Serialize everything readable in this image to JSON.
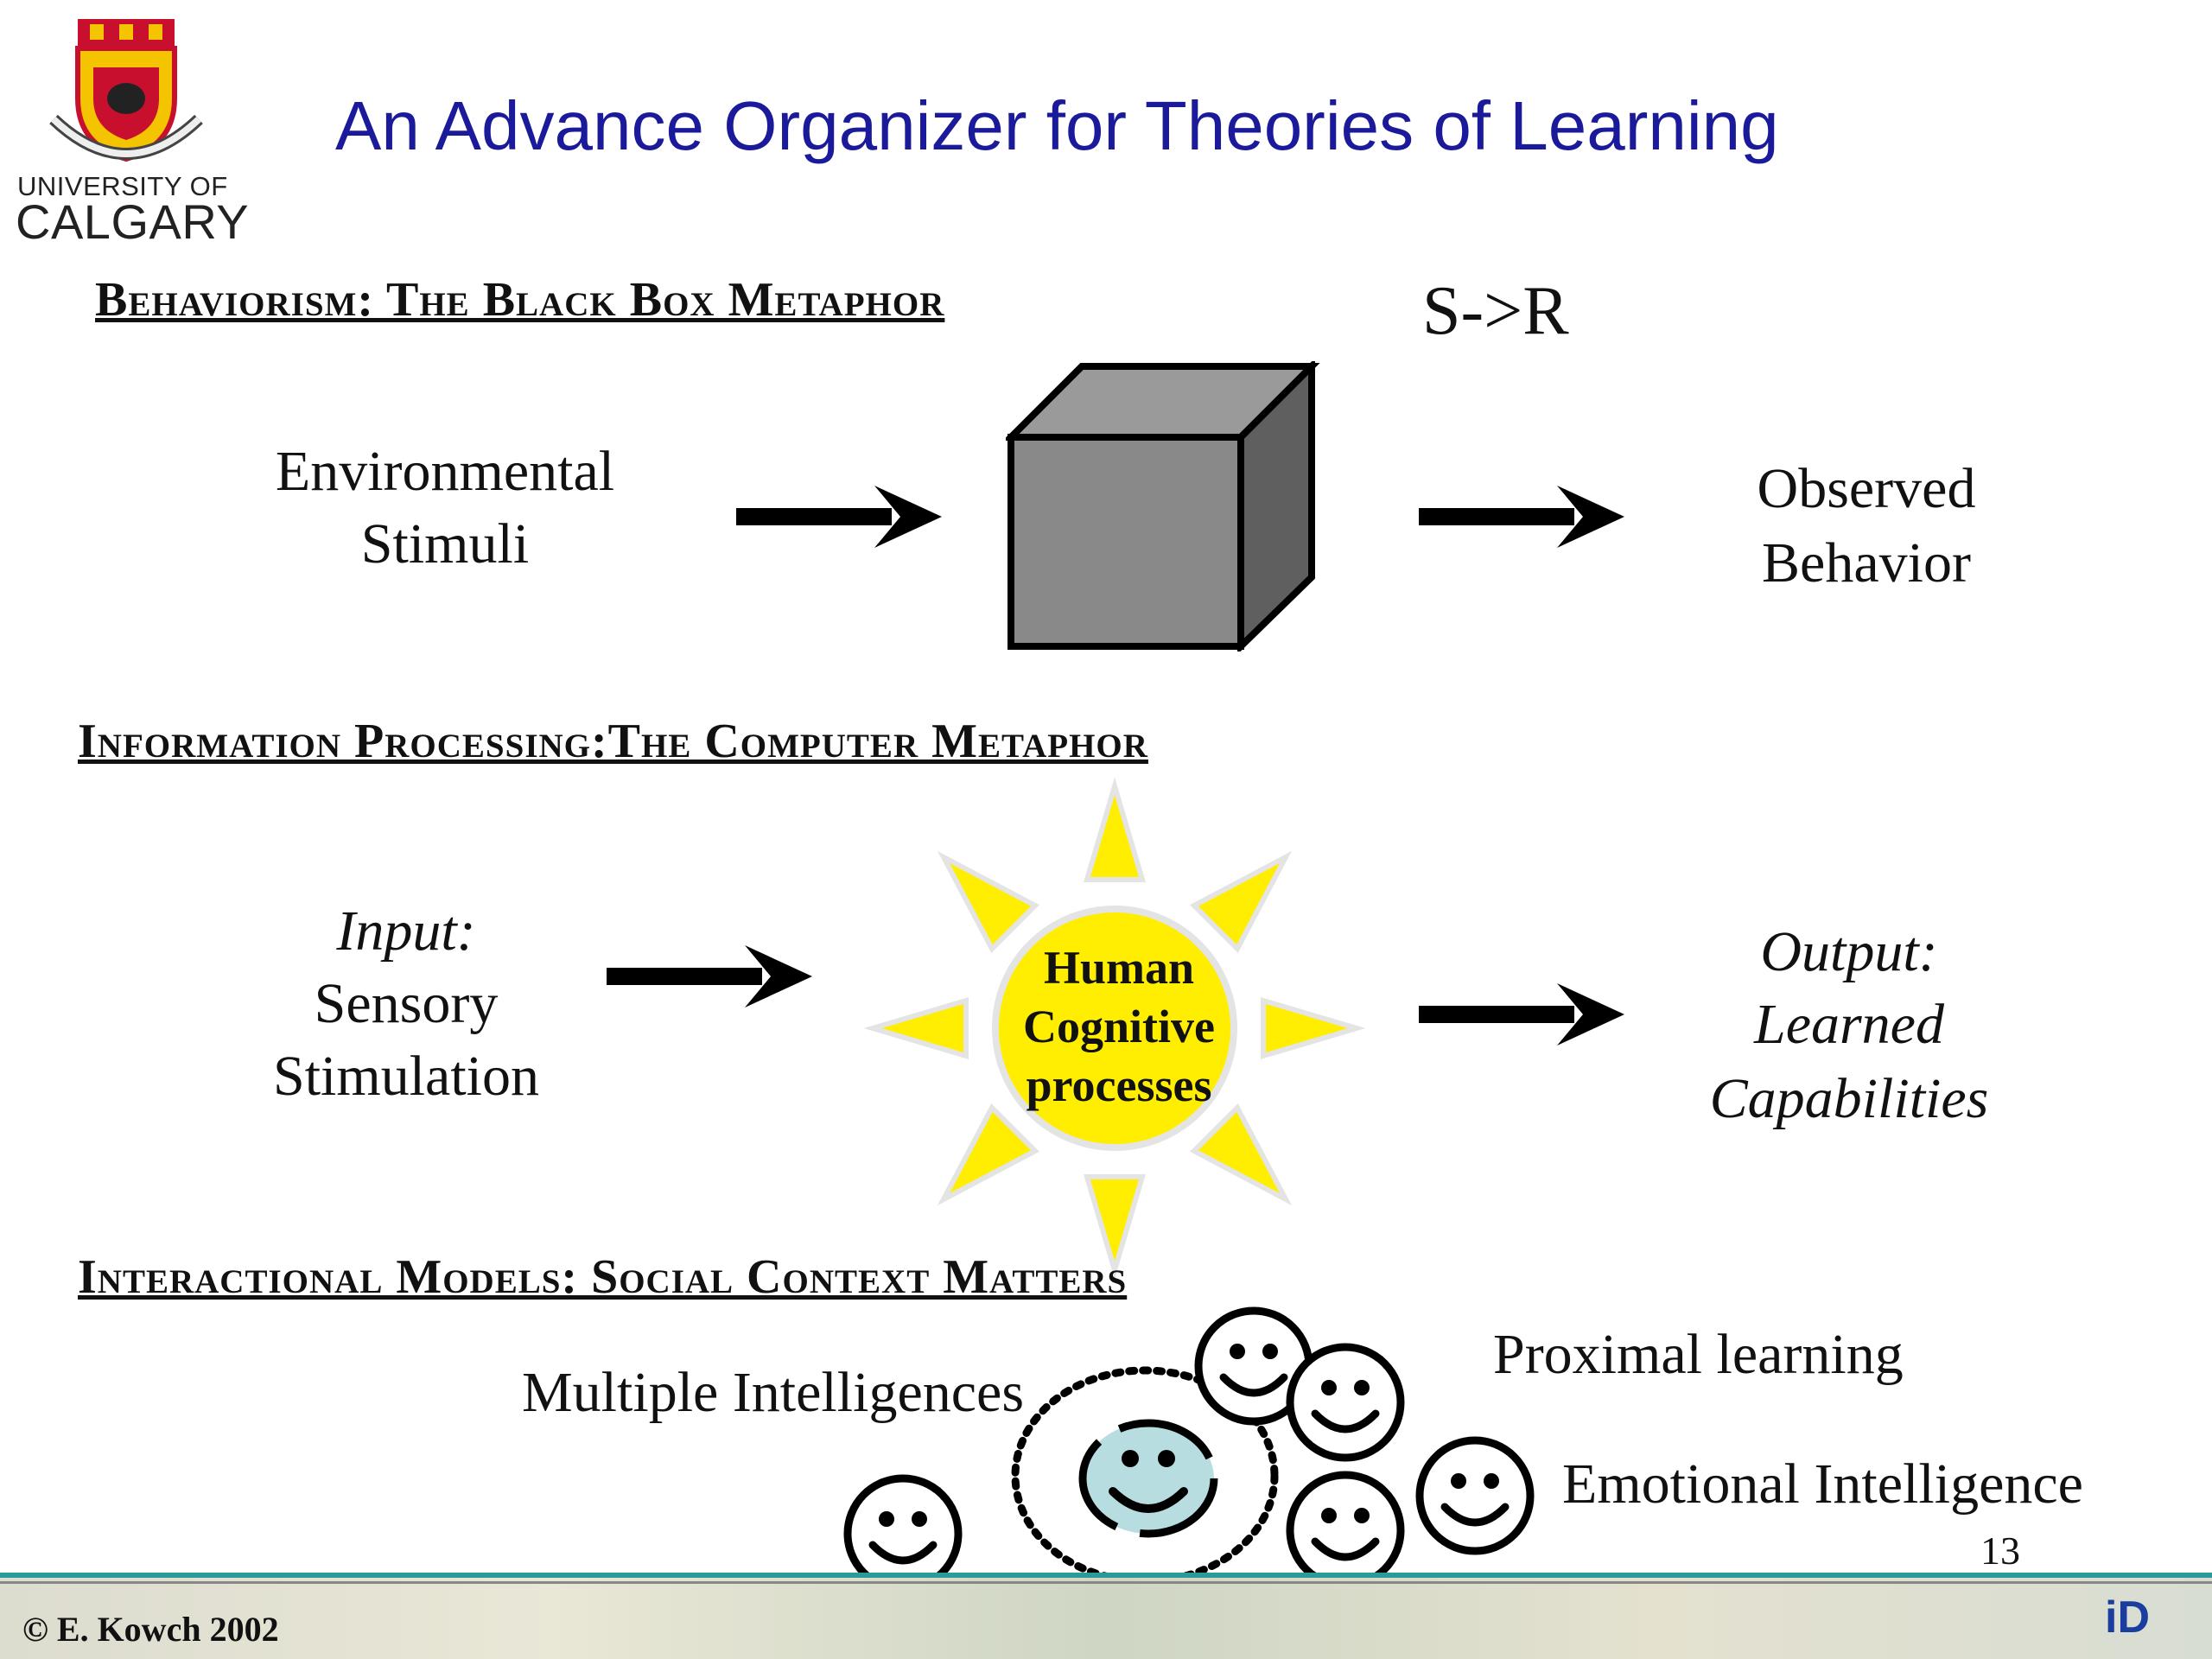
{
  "header": {
    "title": "An Advance Organizer for Theories of Learning",
    "university_small": "UNIVERSITY OF",
    "university_big": "CALGARY"
  },
  "behaviorism": {
    "heading": "Behaviorism: The Black Box Metaphor",
    "formula": "S->R",
    "input_line1": "Environmental",
    "input_line2": "Stimuli",
    "output_line1": "Observed",
    "output_line2": "Behavior"
  },
  "info_processing": {
    "heading": "Information Processing:The Computer Metaphor",
    "input_label": "Input:",
    "input_line1": "Sensory",
    "input_line2": "Stimulation",
    "core_line1": "Human",
    "core_line2": "Cognitive",
    "core_line3": "processes",
    "output_label": "Output:",
    "output_line1": "Learned",
    "output_line2": "Capabilities"
  },
  "interactional": {
    "heading": "Interactional Models: Social Context Matters",
    "label_multiple": "Multiple Intelligences",
    "label_proximal": "Proximal learning",
    "label_emotional": "Emotional Intelligence"
  },
  "footer": {
    "page_number": "13",
    "copyright": "© E. Kowch 2002",
    "logo_text": "iD"
  },
  "colors": {
    "title": "#1a1a9a",
    "sun": "#ffee00",
    "box_front": "#888888",
    "box_side": "#666666",
    "accent_line": "#2a9a9a"
  }
}
